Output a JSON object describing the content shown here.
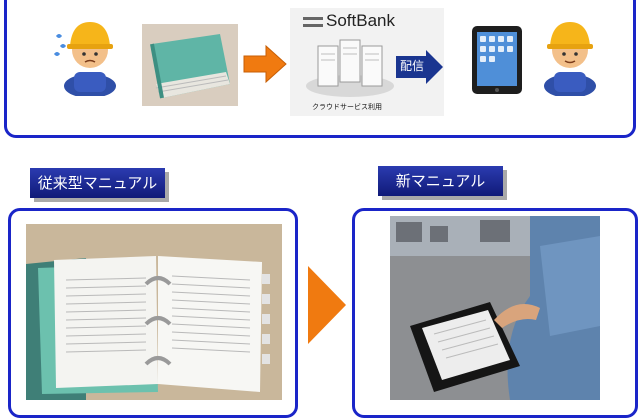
{
  "brand": {
    "name": "SoftBank"
  },
  "cloud": {
    "caption": "クラウドサービス利用"
  },
  "delivery": {
    "label": "配信"
  },
  "old_manual": {
    "label": "従来型マニュアル"
  },
  "new_manual": {
    "label": "新マニュアル"
  },
  "colors": {
    "frame": "#1a25c8",
    "arrow": "#f07a10",
    "label_bg": "#1c2a98",
    "delivery_arrow": "#1a3590"
  },
  "icons": [
    "worker-icon",
    "binder-photo",
    "server-cloud-icon",
    "tablet-icon",
    "worker-icon"
  ]
}
